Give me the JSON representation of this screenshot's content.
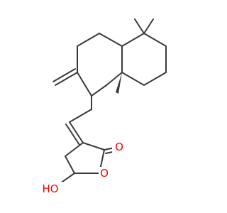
{
  "molecule": {
    "atom_labels": {
      "carbonyl_oxygen": "O",
      "ring_oxygen": "O",
      "hydroxyl": "HO"
    },
    "colors": {
      "bond": "#3a3a3a",
      "oxygen": "#ff0000",
      "background": "#ffffff"
    }
  }
}
